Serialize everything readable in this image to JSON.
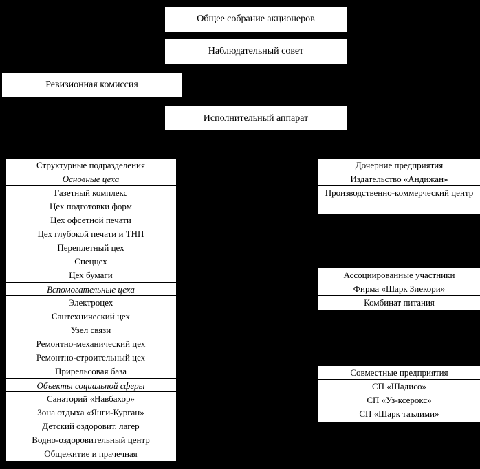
{
  "colors": {
    "background": "#000000",
    "box_background": "#ffffff",
    "text": "#000000",
    "border": "#000000"
  },
  "top_boxes": [
    {
      "label": "Общее собрание акционеров"
    },
    {
      "label": "Наблюдательный совет"
    },
    {
      "label": "Ревизионная комиссия"
    },
    {
      "label": "Исполнительный аппарат"
    }
  ],
  "left_column": {
    "header": "Структурные подразделения",
    "sections": [
      {
        "title": "Основные цеха",
        "items": [
          "Газетный комплекс",
          "Цех подготовки форм",
          "Цех офсетной печати",
          "Цех глубокой печати и ТНП",
          "Переплетный цех",
          "Спеццех",
          "Цех бумаги"
        ]
      },
      {
        "title": "Вспомогательные цеха",
        "items": [
          "Электроцех",
          "Сантехнический цех",
          "Узел связи",
          "Ремонтно-механический цех",
          "Ремонтно-строительный цех",
          "Прирельсовая база"
        ]
      },
      {
        "title": "Объекты социальной сферы",
        "items": [
          "Санаторий «Навбахор»",
          "Зона отдыха «Янги-Курган»",
          "Детский оздоровит. лагер",
          "Водно-оздоровительный центр",
          "Общежитие и прачечная"
        ]
      }
    ]
  },
  "right_column": {
    "blocks": [
      {
        "header": "Дочерние предприятия",
        "items": [
          "Издательство «Андижан»",
          "Производственно-коммерческий центр"
        ]
      },
      {
        "header": "Ассоциированные участники",
        "items": [
          "Фирма «Шарк Зиекори»",
          "Комбинат питания"
        ]
      },
      {
        "header": "Совместные предприятия",
        "items": [
          "СП «Шадисо»",
          "СП «Уз-ксерокс»",
          "СП «Шарк таълими»"
        ]
      }
    ]
  }
}
